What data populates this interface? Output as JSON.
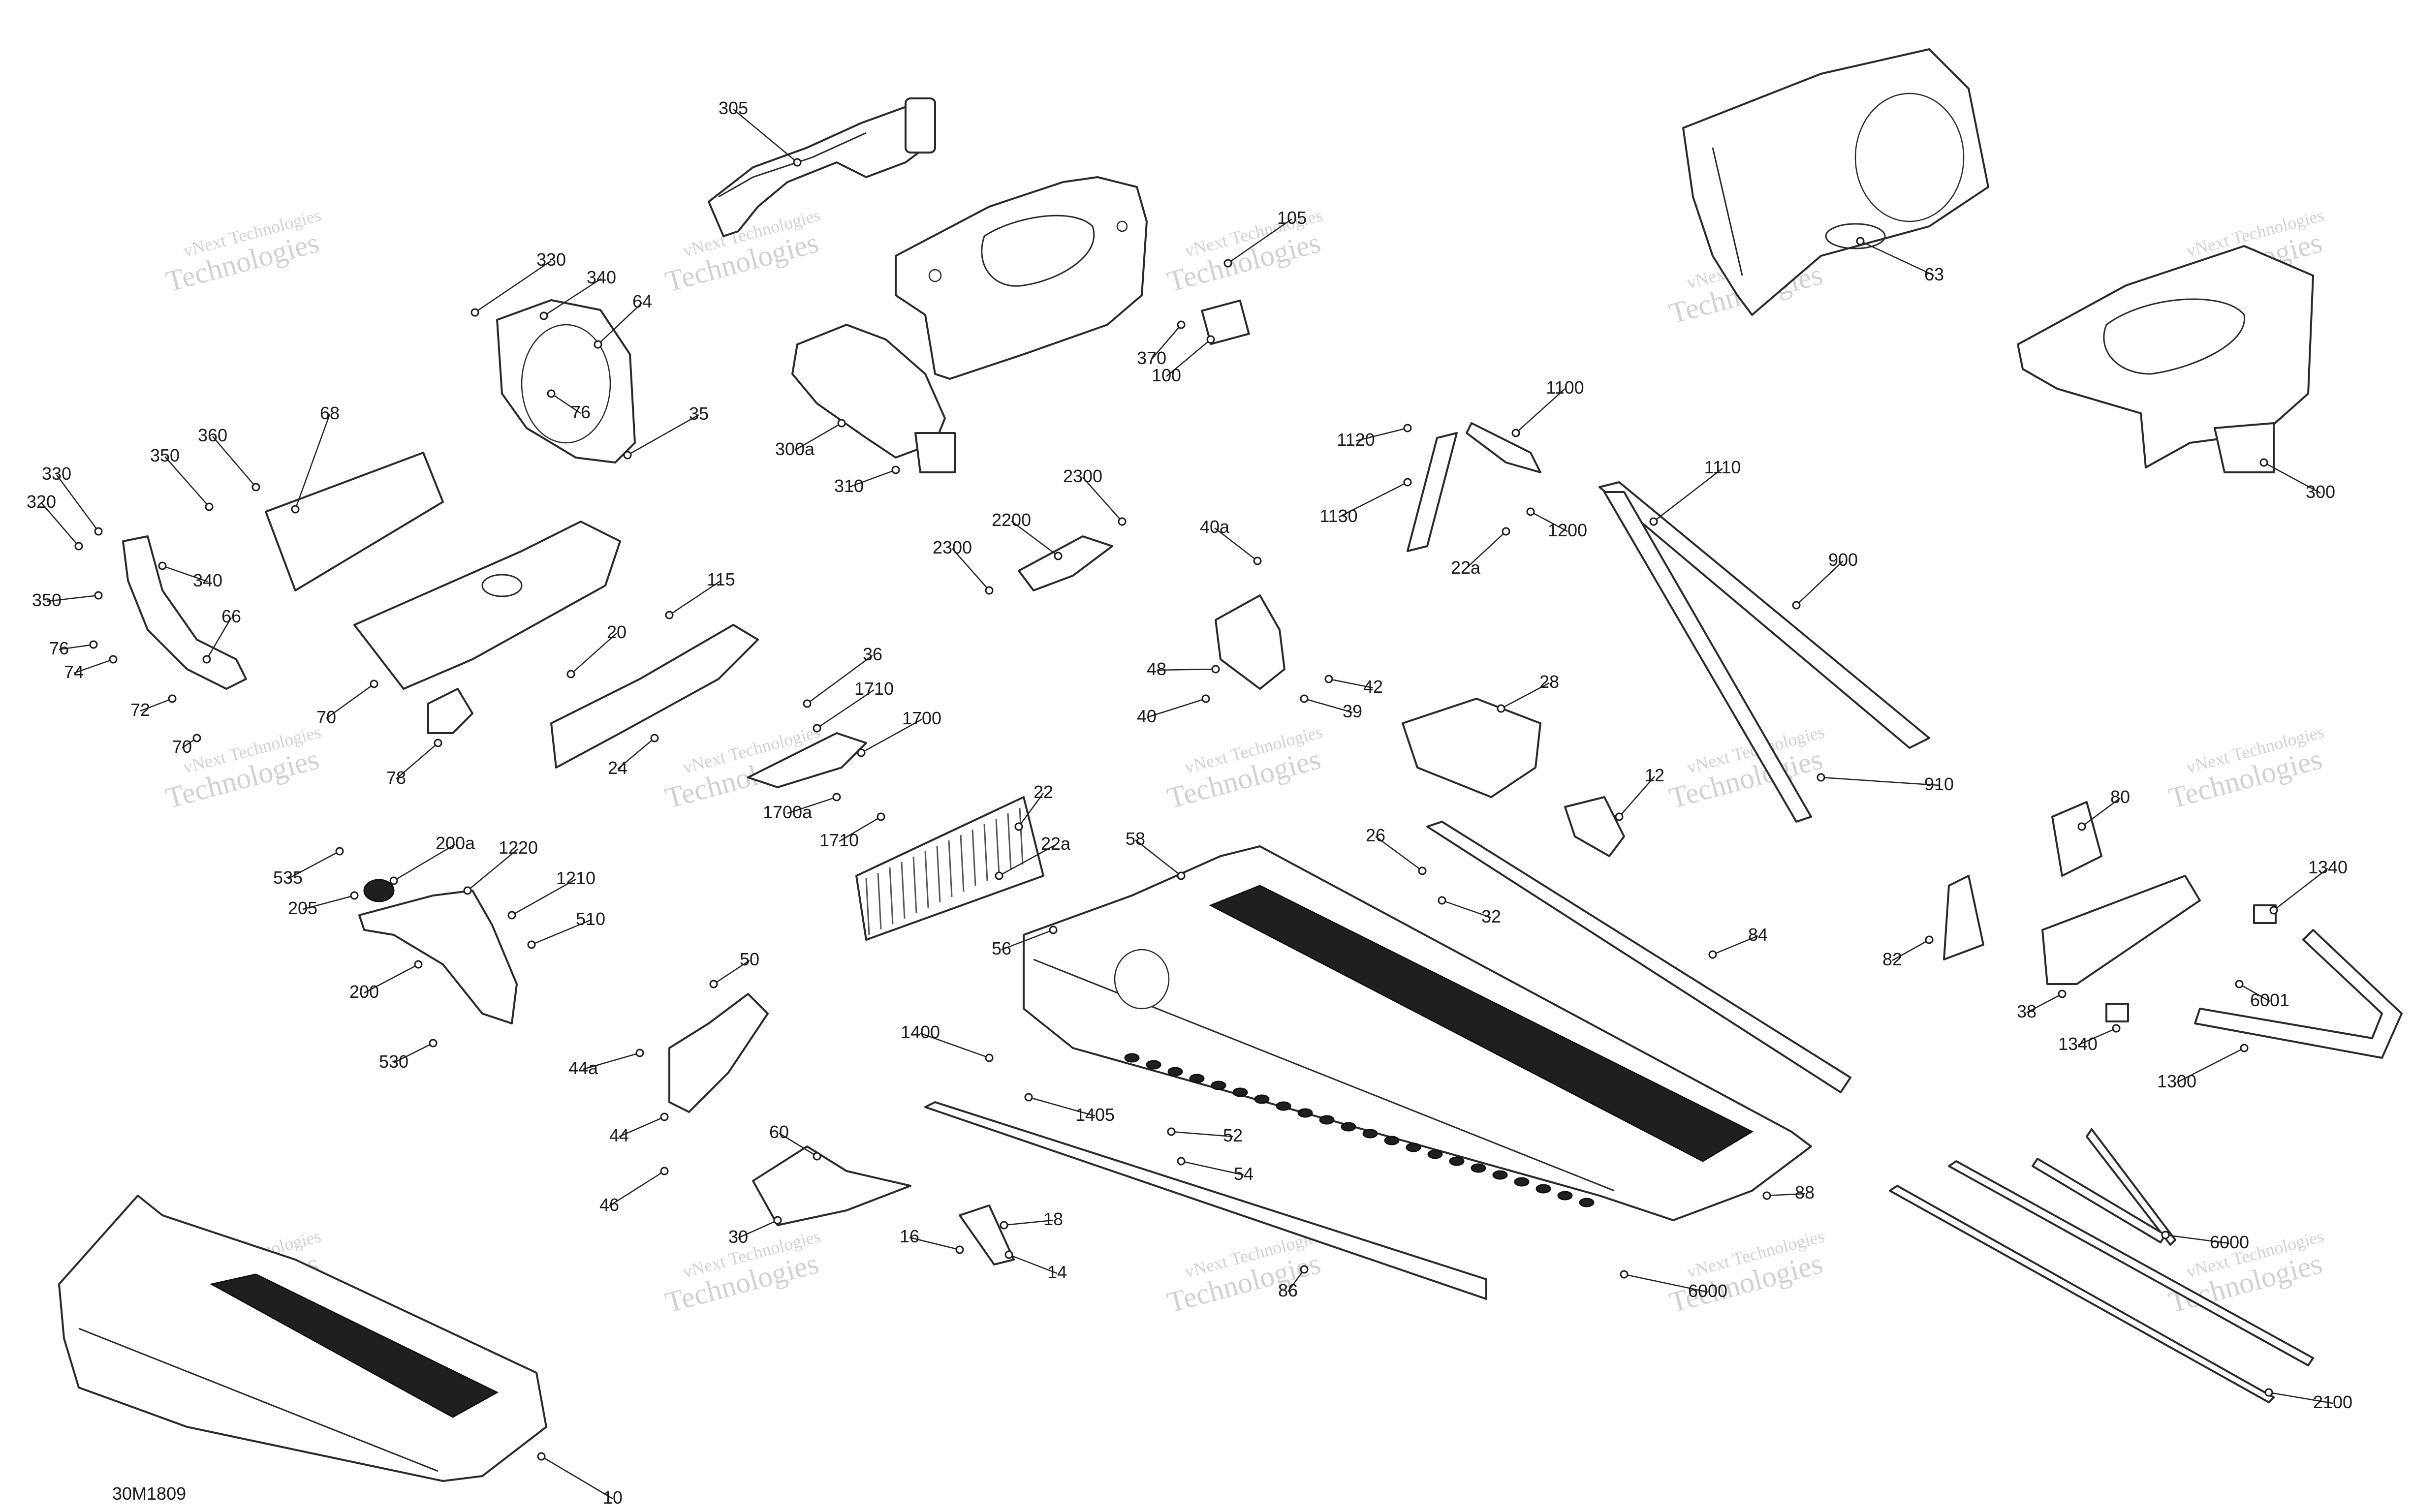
{
  "diagram_code": "30M1809",
  "watermark": {
    "line1": "vNext Technologies",
    "line2": "Technologies"
  },
  "callouts": [
    "305",
    "105",
    "330",
    "340",
    "64",
    "76",
    "35",
    "370",
    "100",
    "300a",
    "310",
    "63",
    "300",
    "68",
    "360",
    "350",
    "330",
    "320",
    "340",
    "350",
    "76",
    "74",
    "66",
    "72",
    "70",
    "70",
    "78",
    "20",
    "115",
    "24",
    "36",
    "1710",
    "1700",
    "1700a",
    "1710",
    "22",
    "22a",
    "2300",
    "2200",
    "2300",
    "1120",
    "1100",
    "1130",
    "22a",
    "1200",
    "1110",
    "900",
    "910",
    "40a",
    "48",
    "40",
    "42",
    "39",
    "28",
    "12",
    "26",
    "32",
    "84",
    "58",
    "56",
    "1400",
    "1405",
    "52",
    "54",
    "86",
    "88",
    "6000",
    "535",
    "200a",
    "1220",
    "1210",
    "205",
    "510",
    "200",
    "530",
    "50",
    "44a",
    "44",
    "46",
    "60",
    "30",
    "16",
    "18",
    "14",
    "80",
    "82",
    "1340",
    "6001",
    "38",
    "1340",
    "1300",
    "6000",
    "2100",
    "10"
  ]
}
